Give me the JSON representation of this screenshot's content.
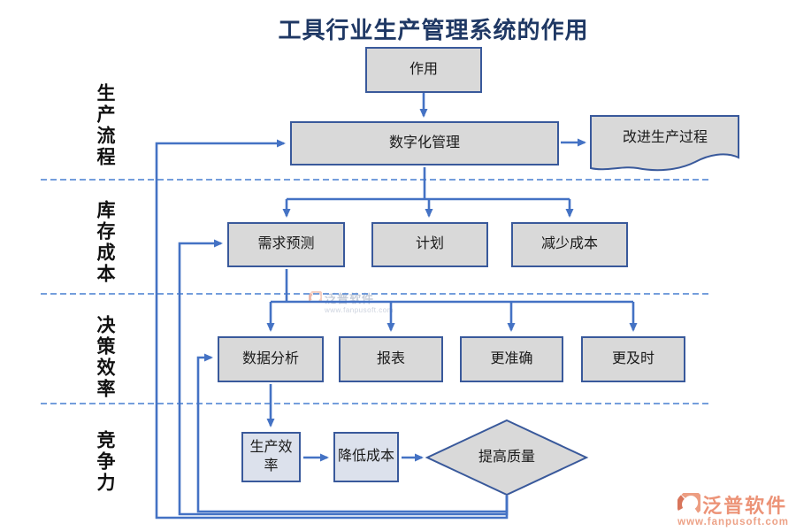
{
  "title": "工具行业生产管理系统的作用",
  "row_labels": [
    {
      "text": "生产流程"
    },
    {
      "text": "库存成本"
    },
    {
      "text": "决策效率"
    },
    {
      "text": "竞争力"
    }
  ],
  "nodes": {
    "role": "作用",
    "digital_management": "数字化管理",
    "improve_process": "改进生产过程",
    "demand_forecast": "需求预测",
    "plan": "计划",
    "reduce_cost": "减少成本",
    "data_analysis": "数据分析",
    "reports": "报表",
    "more_accurate": "更准确",
    "more_timely": "更及时",
    "production_efficiency": "生产效率",
    "lower_cost": "降低成本",
    "improve_quality": "提高质量"
  },
  "branding": {
    "name": "泛普软件",
    "url": "www.fanpusoft.com"
  },
  "colors": {
    "connector": "#4472C4",
    "box_border": "#39599B",
    "box_fill": "#D9D9D9",
    "small_box_fill": "#DCE1EC",
    "dashed_line": "#6090D8",
    "title": "#1F3864",
    "brand": "#EC9377"
  }
}
